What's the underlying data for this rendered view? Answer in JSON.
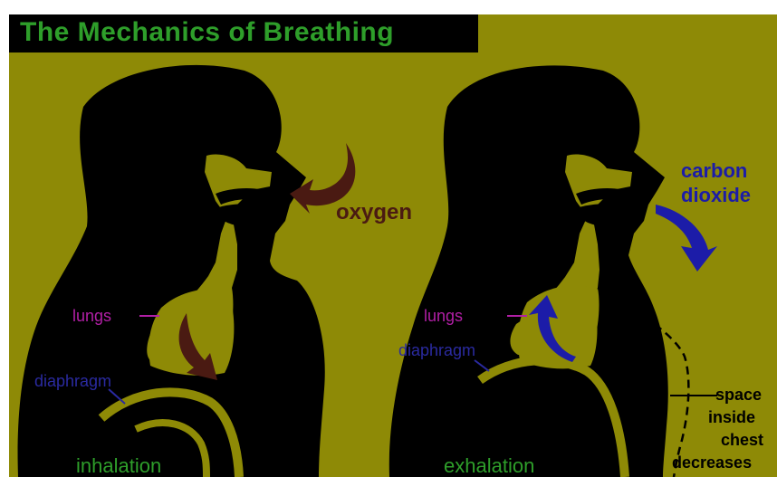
{
  "title": "The Mechanics of Breathing",
  "labels": {
    "oxygen": "oxygen",
    "carbon_dioxide_line1": "carbon",
    "carbon_dioxide_line2": "dioxide",
    "lungs_left": "lungs",
    "lungs_right": "lungs",
    "diaphragm_left": "diaphragm",
    "diaphragm_right": "diaphragm",
    "inhalation": "inhalation",
    "exhalation": "exhalation",
    "chest_line1": "space",
    "chest_line2": "inside",
    "chest_line3": "chest",
    "chest_line4": "decreases"
  },
  "colors": {
    "background": "#8e8a06",
    "silhouette": "#000000",
    "title_text": "#2e9e2a",
    "stage_text": "#2e9e2a",
    "oxygen": "#4a1a12",
    "carbon_dioxide": "#1c1ca8",
    "lungs": "#b21fa6",
    "diaphragm": "#2a2aa0",
    "chest_note": "#000000"
  }
}
